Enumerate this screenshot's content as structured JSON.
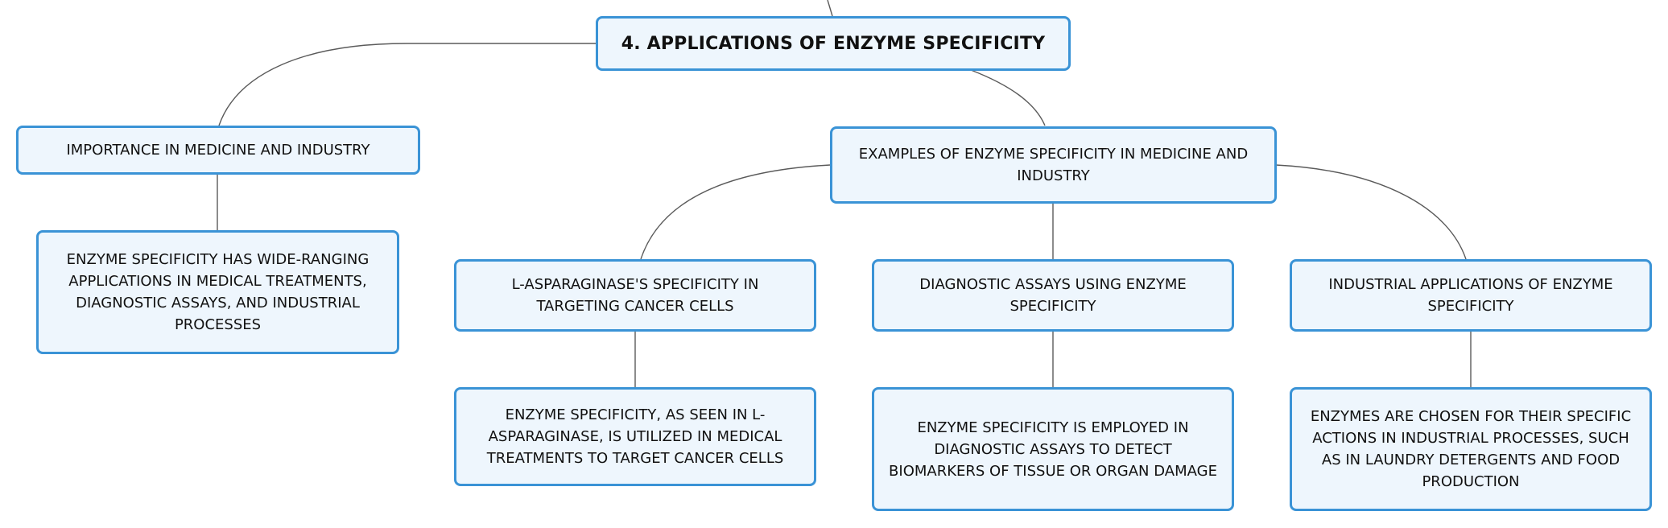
{
  "diagram": {
    "root": "4. APPLICATIONS OF ENZYME SPECIFICITY",
    "importance": {
      "title": "IMPORTANCE IN MEDICINE AND INDUSTRY",
      "detail": "ENZYME SPECIFICITY HAS WIDE-RANGING APPLICATIONS IN MEDICAL TREATMENTS, DIAGNOSTIC ASSAYS, AND INDUSTRIAL PROCESSES"
    },
    "examples": {
      "title": "EXAMPLES OF ENZYME SPECIFICITY IN MEDICINE AND INDUSTRY",
      "items": [
        {
          "title": "L-ASPARAGINASE'S SPECIFICITY IN TARGETING CANCER CELLS",
          "detail": "ENZYME SPECIFICITY, AS SEEN IN L-ASPARAGINASE, IS UTILIZED IN MEDICAL TREATMENTS TO TARGET CANCER CELLS"
        },
        {
          "title": "DIAGNOSTIC ASSAYS USING ENZYME SPECIFICITY",
          "detail": "ENZYME SPECIFICITY IS EMPLOYED IN DIAGNOSTIC ASSAYS TO DETECT BIOMARKERS OF TISSUE OR ORGAN DAMAGE"
        },
        {
          "title": "INDUSTRIAL APPLICATIONS OF ENZYME SPECIFICITY",
          "detail": "ENZYMES ARE CHOSEN FOR THEIR SPECIFIC ACTIONS IN INDUSTRIAL PROCESSES, SUCH AS IN LAUNDRY DETERGENTS AND FOOD PRODUCTION"
        }
      ]
    },
    "colors": {
      "node_border": "#3a93d6",
      "node_fill": "#eef6fd",
      "connector": "#5a5a5a"
    }
  }
}
